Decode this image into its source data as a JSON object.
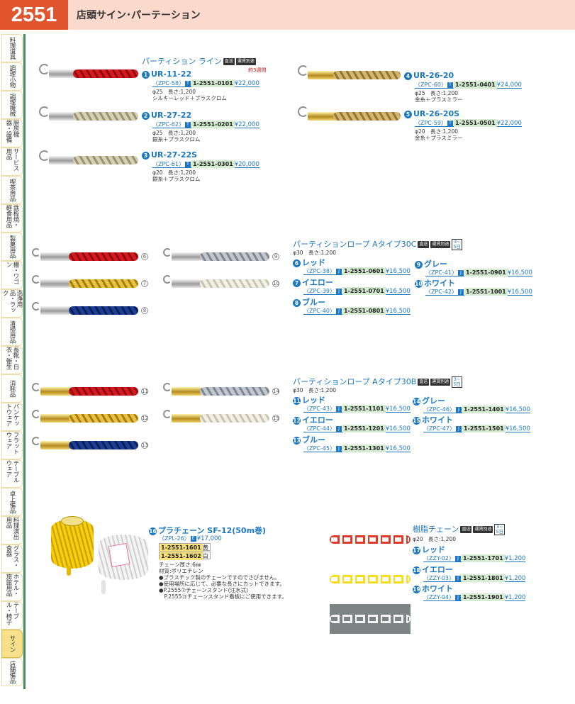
{
  "header": {
    "page_number": "2551",
    "title": "店頭サイン･パーテーション"
  },
  "sidebar": [
    {
      "label": "料理道具"
    },
    {
      "label": "調理小物"
    },
    {
      "label": "調理機械"
    },
    {
      "label": "厨房機器・設備"
    },
    {
      "label": "サービス用品"
    },
    {
      "label": "喫茶用品"
    },
    {
      "label": "鉄板焼・軽食用品"
    },
    {
      "label": "製菓用品"
    },
    {
      "label": "棚・ワゴン"
    },
    {
      "label": "洗浄用品・ラック"
    },
    {
      "label": "清掃用品"
    },
    {
      "label": "長靴・白衣・衛生"
    },
    {
      "label": "消耗品"
    },
    {
      "label": "バンケットウェア"
    },
    {
      "label": "フラットウェア"
    },
    {
      "label": "テーブルウェア"
    },
    {
      "label": "卓上備品"
    },
    {
      "label": "料理演出用品"
    },
    {
      "label": "グラス・食器"
    },
    {
      "label": "ホテル・旅館用品"
    },
    {
      "label": "テーブル・椅子"
    },
    {
      "label": "サイン",
      "active": true
    },
    {
      "label": "店舗備品"
    }
  ],
  "section1": {
    "title": "パーティション ライン",
    "badge1": "直送",
    "badge2": "運賃別途",
    "leadtime": "約3週間",
    "items": [
      {
        "no": "1",
        "name": "UR-11-22",
        "code": "〈ZPC-58〉",
        "icon": "T",
        "sku": "1-2551-0101",
        "price": "¥22,000",
        "spec1": "φ25　長さ:1,200",
        "spec2": "シルキーレッド＋プラスクロム"
      },
      {
        "no": "2",
        "name": "UR-27-22",
        "code": "〈ZPC-62〉",
        "icon": "T",
        "sku": "1-2551-0201",
        "price": "¥22,000",
        "spec1": "φ25　長さ:1,200",
        "spec2": "銀糸＋プラスクロム"
      },
      {
        "no": "3",
        "name": "UR-27-22S",
        "code": "〈ZPC-61〉",
        "icon": "T",
        "sku": "1-2551-0301",
        "price": "¥20,000",
        "spec1": "φ20　長さ:1,200",
        "spec2": "銀糸＋プラスクロム"
      },
      {
        "no": "4",
        "name": "UR-26-20",
        "code": "〈ZPC-60〉",
        "icon": "T",
        "sku": "1-2551-0401",
        "price": "¥24,000",
        "spec1": "φ25　長さ:1,200",
        "spec2": "金糸＋プラスミラー"
      },
      {
        "no": "5",
        "name": "UR-26-20S",
        "code": "〈ZPC-59〉",
        "icon": "T",
        "sku": "1-2551-0501",
        "price": "¥22,000",
        "spec1": "φ20　長さ:1,200",
        "spec2": "金糸＋プラスミラー"
      }
    ]
  },
  "section2": {
    "title": "パーティションロープ Aタイプ30C",
    "badge1": "直送",
    "badge2": "運賃別途",
    "badge3a": "3~",
    "badge3b": "5日",
    "spec": "φ30　長さ:1,200",
    "items": [
      {
        "no": "6",
        "name": "レッド",
        "code": "〈ZPC-38〉",
        "icon": "J",
        "sku": "1-2551-0601",
        "price": "¥16,500"
      },
      {
        "no": "7",
        "name": "イエロー",
        "code": "〈ZPC-39〉",
        "icon": "J",
        "sku": "1-2551-0701",
        "price": "¥16,500"
      },
      {
        "no": "8",
        "name": "ブルー",
        "code": "〈ZPC-40〉",
        "icon": "J",
        "sku": "1-2551-0801",
        "price": "¥16,500"
      },
      {
        "no": "9",
        "name": "グレー",
        "code": "〈ZPC-41〉",
        "icon": "J",
        "sku": "1-2551-0901",
        "price": "¥16,500"
      },
      {
        "no": "10",
        "name": "ホワイト",
        "code": "〈ZPC-42〉",
        "icon": "J",
        "sku": "1-2551-1001",
        "price": "¥16,500"
      }
    ]
  },
  "section3": {
    "title": "パーティションロープ Aタイプ30B",
    "badge1": "直送",
    "badge2": "運賃別途",
    "badge3a": "3~",
    "badge3b": "5日",
    "spec": "φ30　長さ:1,200",
    "items": [
      {
        "no": "11",
        "name": "レッド",
        "code": "〈ZPC-43〉",
        "icon": "J",
        "sku": "1-2551-1101",
        "price": "¥16,500"
      },
      {
        "no": "12",
        "name": "イエロー",
        "code": "〈ZPC-44〉",
        "icon": "J",
        "sku": "1-2551-1201",
        "price": "¥16,500"
      },
      {
        "no": "13",
        "name": "ブルー",
        "code": "〈ZPC-45〉",
        "icon": "J",
        "sku": "1-2551-1301",
        "price": "¥16,500"
      },
      {
        "no": "14",
        "name": "グレー",
        "code": "〈ZPC-46〉",
        "icon": "J",
        "sku": "1-2551-1401",
        "price": "¥16,500"
      },
      {
        "no": "15",
        "name": "ホワイト",
        "code": "〈ZPC-47〉",
        "icon": "J",
        "sku": "1-2551-1501",
        "price": "¥16,500"
      }
    ]
  },
  "section4": {
    "no": "16",
    "name": "プラチェーン SF-12(50m巻)",
    "code": "〈ZPL-26〉",
    "icon": "E",
    "price": "¥17,000",
    "sku1": "1-2551-1601",
    "color1": "黄",
    "sku2": "1-2551-1602",
    "color2": "白",
    "lines": [
      "チェーン厚さ:6㎜",
      "材質:ポリエチレン",
      "●プラスチック製のチェーンですのでさびません。",
      "●使用場所に応じて、必要な長さにカットできます。",
      "●P.2555⑦チェーンスタンド(注水式)",
      "　P.2555⑪チェーンスタンド看板にご使用できます。"
    ]
  },
  "section5": {
    "title": "樹脂チェーン",
    "badge1": "直送",
    "badge2": "運賃別途",
    "badge3a": "3~",
    "badge3b": "5日",
    "spec": "φ20　長さ:1,200",
    "items": [
      {
        "no": "17",
        "name": "レッド",
        "code": "〈ZZY-02〉",
        "icon": "J",
        "sku": "1-2551-1701",
        "price": "¥1,200"
      },
      {
        "no": "18",
        "name": "イエロー",
        "code": "〈ZZY-03〉",
        "icon": "J",
        "sku": "1-2551-1801",
        "price": "¥1,200"
      },
      {
        "no": "19",
        "name": "ホワイト",
        "code": "〈ZZY-04〉",
        "icon": "J",
        "sku": "1-2551-1901",
        "price": "¥1,200"
      }
    ]
  },
  "colors": {
    "accent": "#1c78c0",
    "page_tab": "#e0542e",
    "header_band": "#fbd9cc",
    "sidebar_line": "#3f8f55"
  }
}
